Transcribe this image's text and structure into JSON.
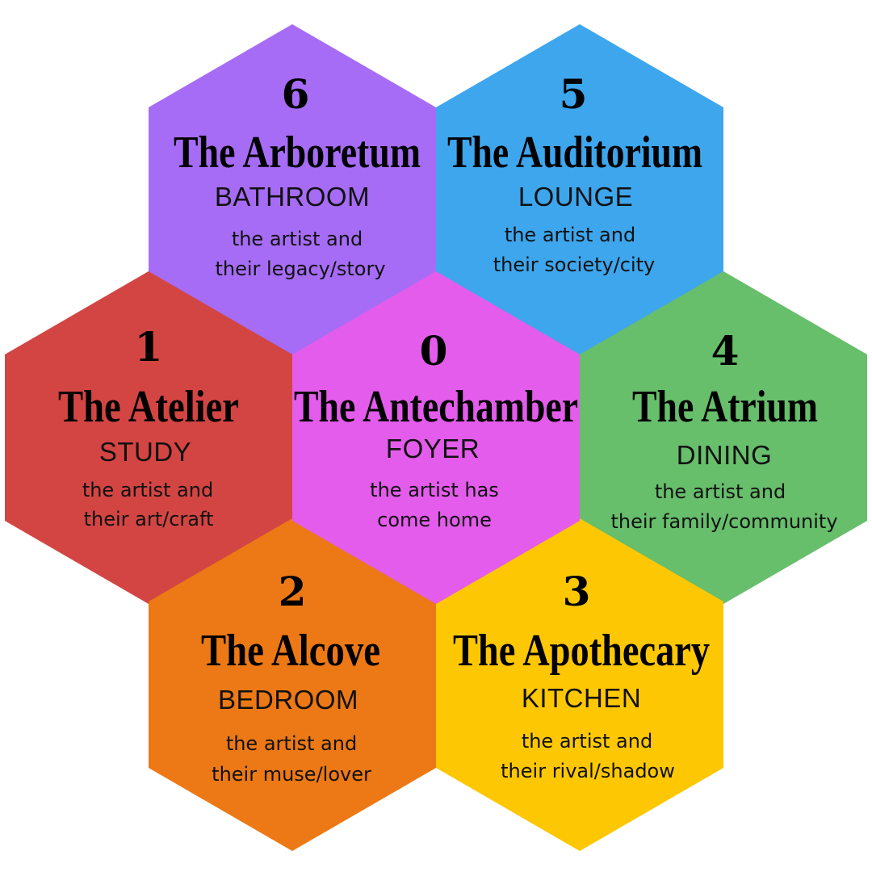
{
  "cells": [
    {
      "id": "antechamber",
      "number": "0",
      "title": "The Antechamber",
      "room": "FOYER",
      "description": [
        "the artist has",
        "come home"
      ],
      "color": "#E35CEB"
    },
    {
      "id": "atelier",
      "number": "1",
      "title": "The Atelier",
      "room": "STUDY",
      "description": [
        "the artist and",
        "their art/craft"
      ],
      "color": "#D34543"
    },
    {
      "id": "alcove",
      "number": "2",
      "title": "The Alcove",
      "room": "BEDROOM",
      "description": [
        "the artist and",
        "their muse/lover"
      ],
      "color": "#EC7915"
    },
    {
      "id": "apothecary",
      "number": "3",
      "title": "The Apothecary",
      "room": "KITCHEN",
      "description": [
        "the artist and",
        "their rival/shadow"
      ],
      "color": "#FDC703"
    },
    {
      "id": "atrium",
      "number": "4",
      "title": "The Atrium",
      "room": "DINING",
      "description": [
        "the artist and",
        "their family/community"
      ],
      "color": "#67BE6B"
    },
    {
      "id": "auditorium",
      "number": "5",
      "title": "The Auditorium",
      "room": "LOUNGE",
      "description": [
        "the artist and",
        "their society/city"
      ],
      "color": "#3DA6ED"
    },
    {
      "id": "arboretum",
      "number": "6",
      "title": "The Arboretum",
      "room": "BATHROOM",
      "description": [
        "the artist and",
        "their legacy/story"
      ],
      "color": "#A66CF5"
    }
  ]
}
